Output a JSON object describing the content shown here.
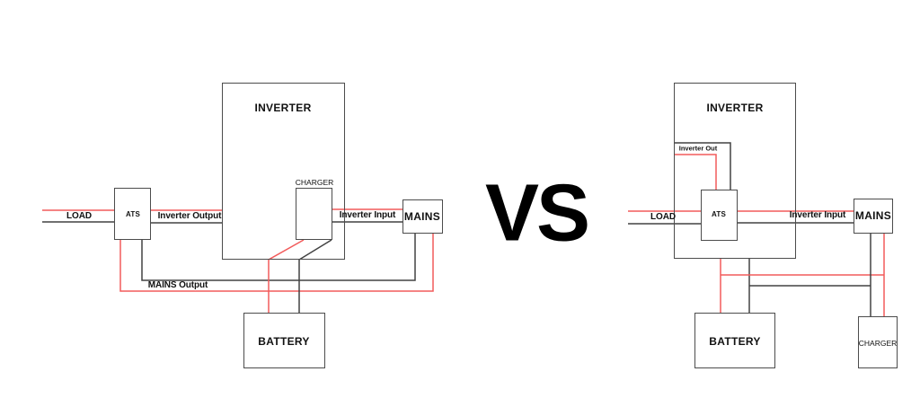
{
  "vs": "VS",
  "colors": {
    "live_wire": "#f25b5b",
    "neutral_wire": "#424242",
    "box_border": "#4c4c4c",
    "text": "#111111",
    "background": "#ffffff"
  },
  "left": {
    "boxes": {
      "inverter": "INVERTER",
      "charger": "CHARGER",
      "ats": "ATS",
      "mains": "MAINS",
      "battery": "BATTERY"
    },
    "labels": {
      "load": "LOAD",
      "inverter_output": "Inverter Output",
      "inverter_input": "Inverter Input",
      "mains_output": "MAINS Output"
    }
  },
  "right": {
    "boxes": {
      "inverter": "INVERTER",
      "ats": "ATS",
      "mains": "MAINS",
      "battery": "BATTERY",
      "charger": "CHARGER"
    },
    "labels": {
      "load": "LOAD",
      "inverter_out": "Inverter Out",
      "inverter_input": "Inverter Input"
    }
  }
}
